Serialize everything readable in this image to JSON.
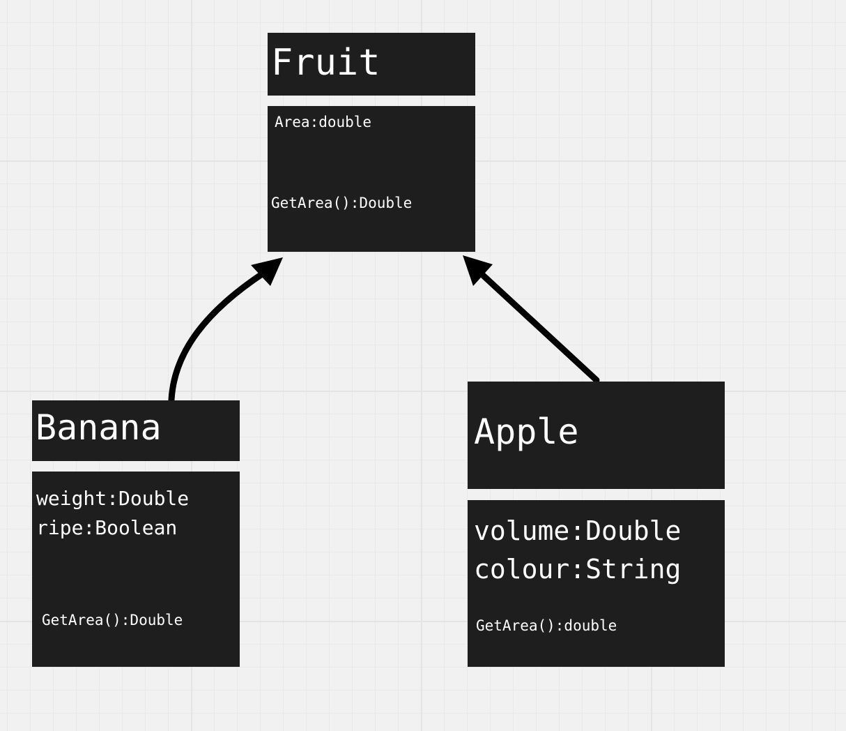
{
  "classes": {
    "fruit": {
      "name": "Fruit",
      "attributes": [
        "Area:double"
      ],
      "methods": [
        "GetArea():Double"
      ]
    },
    "banana": {
      "name": "Banana",
      "attributes": [
        "weight:Double",
        "ripe:Boolean"
      ],
      "methods": [
        "GetArea():Double"
      ]
    },
    "apple": {
      "name": "Apple",
      "attributes": [
        "volume:Double",
        "colour:String"
      ],
      "methods": [
        "GetArea():double"
      ]
    }
  },
  "relations": [
    {
      "from": "Banana",
      "to": "Fruit",
      "type": "inheritance"
    },
    {
      "from": "Apple",
      "to": "Fruit",
      "type": "inheritance"
    }
  ],
  "colors": {
    "background": "#f1f1f1",
    "box": "#1e1e1e",
    "text": "#ffffff",
    "arrow": "#000000"
  }
}
